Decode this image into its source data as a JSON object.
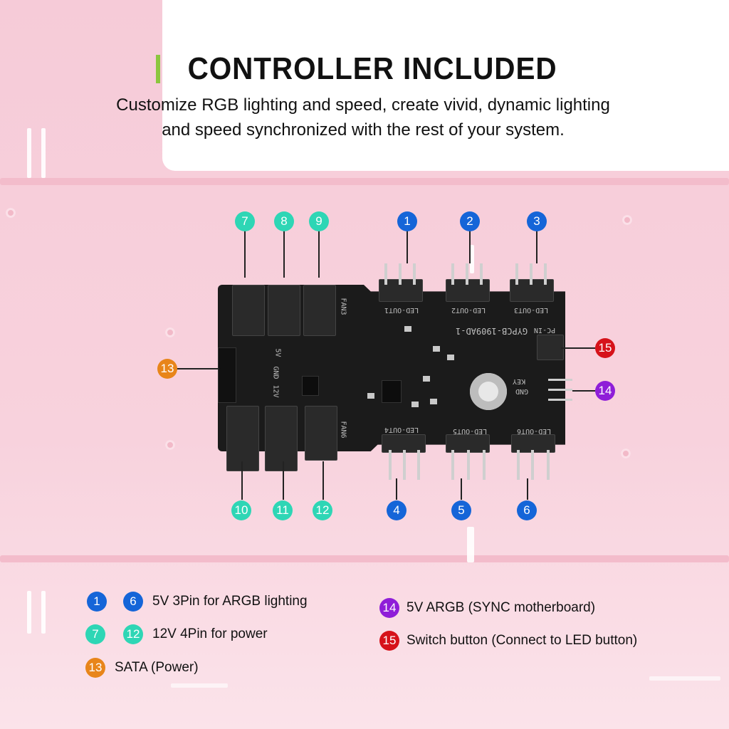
{
  "header": {
    "title": "CONTROLLER INCLUDED",
    "subtitle_line1": "Customize RGB lighting and speed, create vivid, dynamic lighting",
    "subtitle_line2": "and speed synchronized with the rest of your system."
  },
  "colors": {
    "accent_green": "#8cc63f",
    "fan_teal": "#2ed6b5",
    "argb_blue": "#1565d8",
    "sata_orange": "#e8851a",
    "sync_purple": "#8f1ed8",
    "switch_red": "#d6121a"
  },
  "pcb_labels": {
    "led_out1": "LED-OUT1",
    "led_out2": "LED-OUT2",
    "led_out3": "LED-OUT3",
    "led_out4": "LED-OUT4",
    "led_out5": "LED-OUT5",
    "led_out6": "LED-OUT6",
    "model": "GYPCB-1909AD-1",
    "pc_in": "PC-IN",
    "key": "KEY",
    "gnd": "GND",
    "five_v": "5V",
    "twelve_v": "12V",
    "fan_top": "FAN3",
    "fan_bottom": "FAN6"
  },
  "callouts": {
    "top": [
      "7",
      "8",
      "9",
      "1",
      "2",
      "3"
    ],
    "bottom": [
      "10",
      "11",
      "12",
      "4",
      "5",
      "6"
    ],
    "left": "13",
    "right_upper": "15",
    "right_lower": "14"
  },
  "legend": {
    "argb": {
      "from": "1",
      "to": "6",
      "text": "5V 3Pin for ARGB lighting"
    },
    "fan": {
      "from": "7",
      "to": "12",
      "text": "12V 4Pin for power"
    },
    "sata": {
      "num": "13",
      "text": "SATA (Power)"
    },
    "sync": {
      "num": "14",
      "text": "5V ARGB (SYNC motherboard)"
    },
    "switch": {
      "num": "15",
      "text": "Switch button (Connect to LED button)"
    }
  }
}
